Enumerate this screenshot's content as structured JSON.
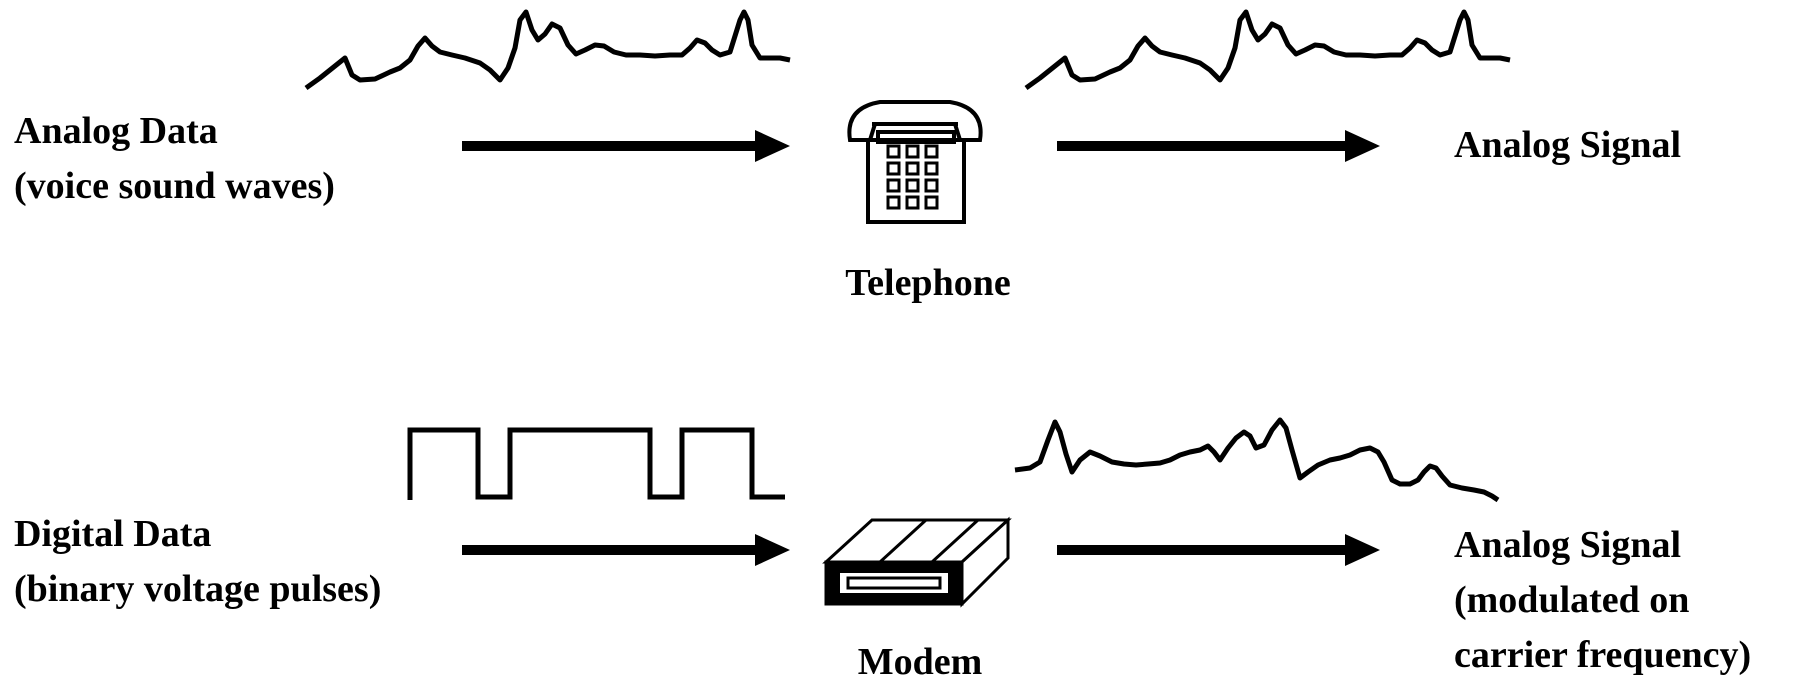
{
  "row1": {
    "input_label": [
      "Analog Data",
      "(voice sound waves)"
    ],
    "device_label": "Telephone",
    "output_label": [
      "Analog Signal"
    ],
    "device_icon": "telephone-icon"
  },
  "row2": {
    "input_label": [
      "Digital Data",
      "(binary voltage pulses)"
    ],
    "device_label": "Modem",
    "output_label": [
      "Analog Signal",
      "(modulated on",
      "carrier frequency)"
    ],
    "device_icon": "modem-icon"
  }
}
